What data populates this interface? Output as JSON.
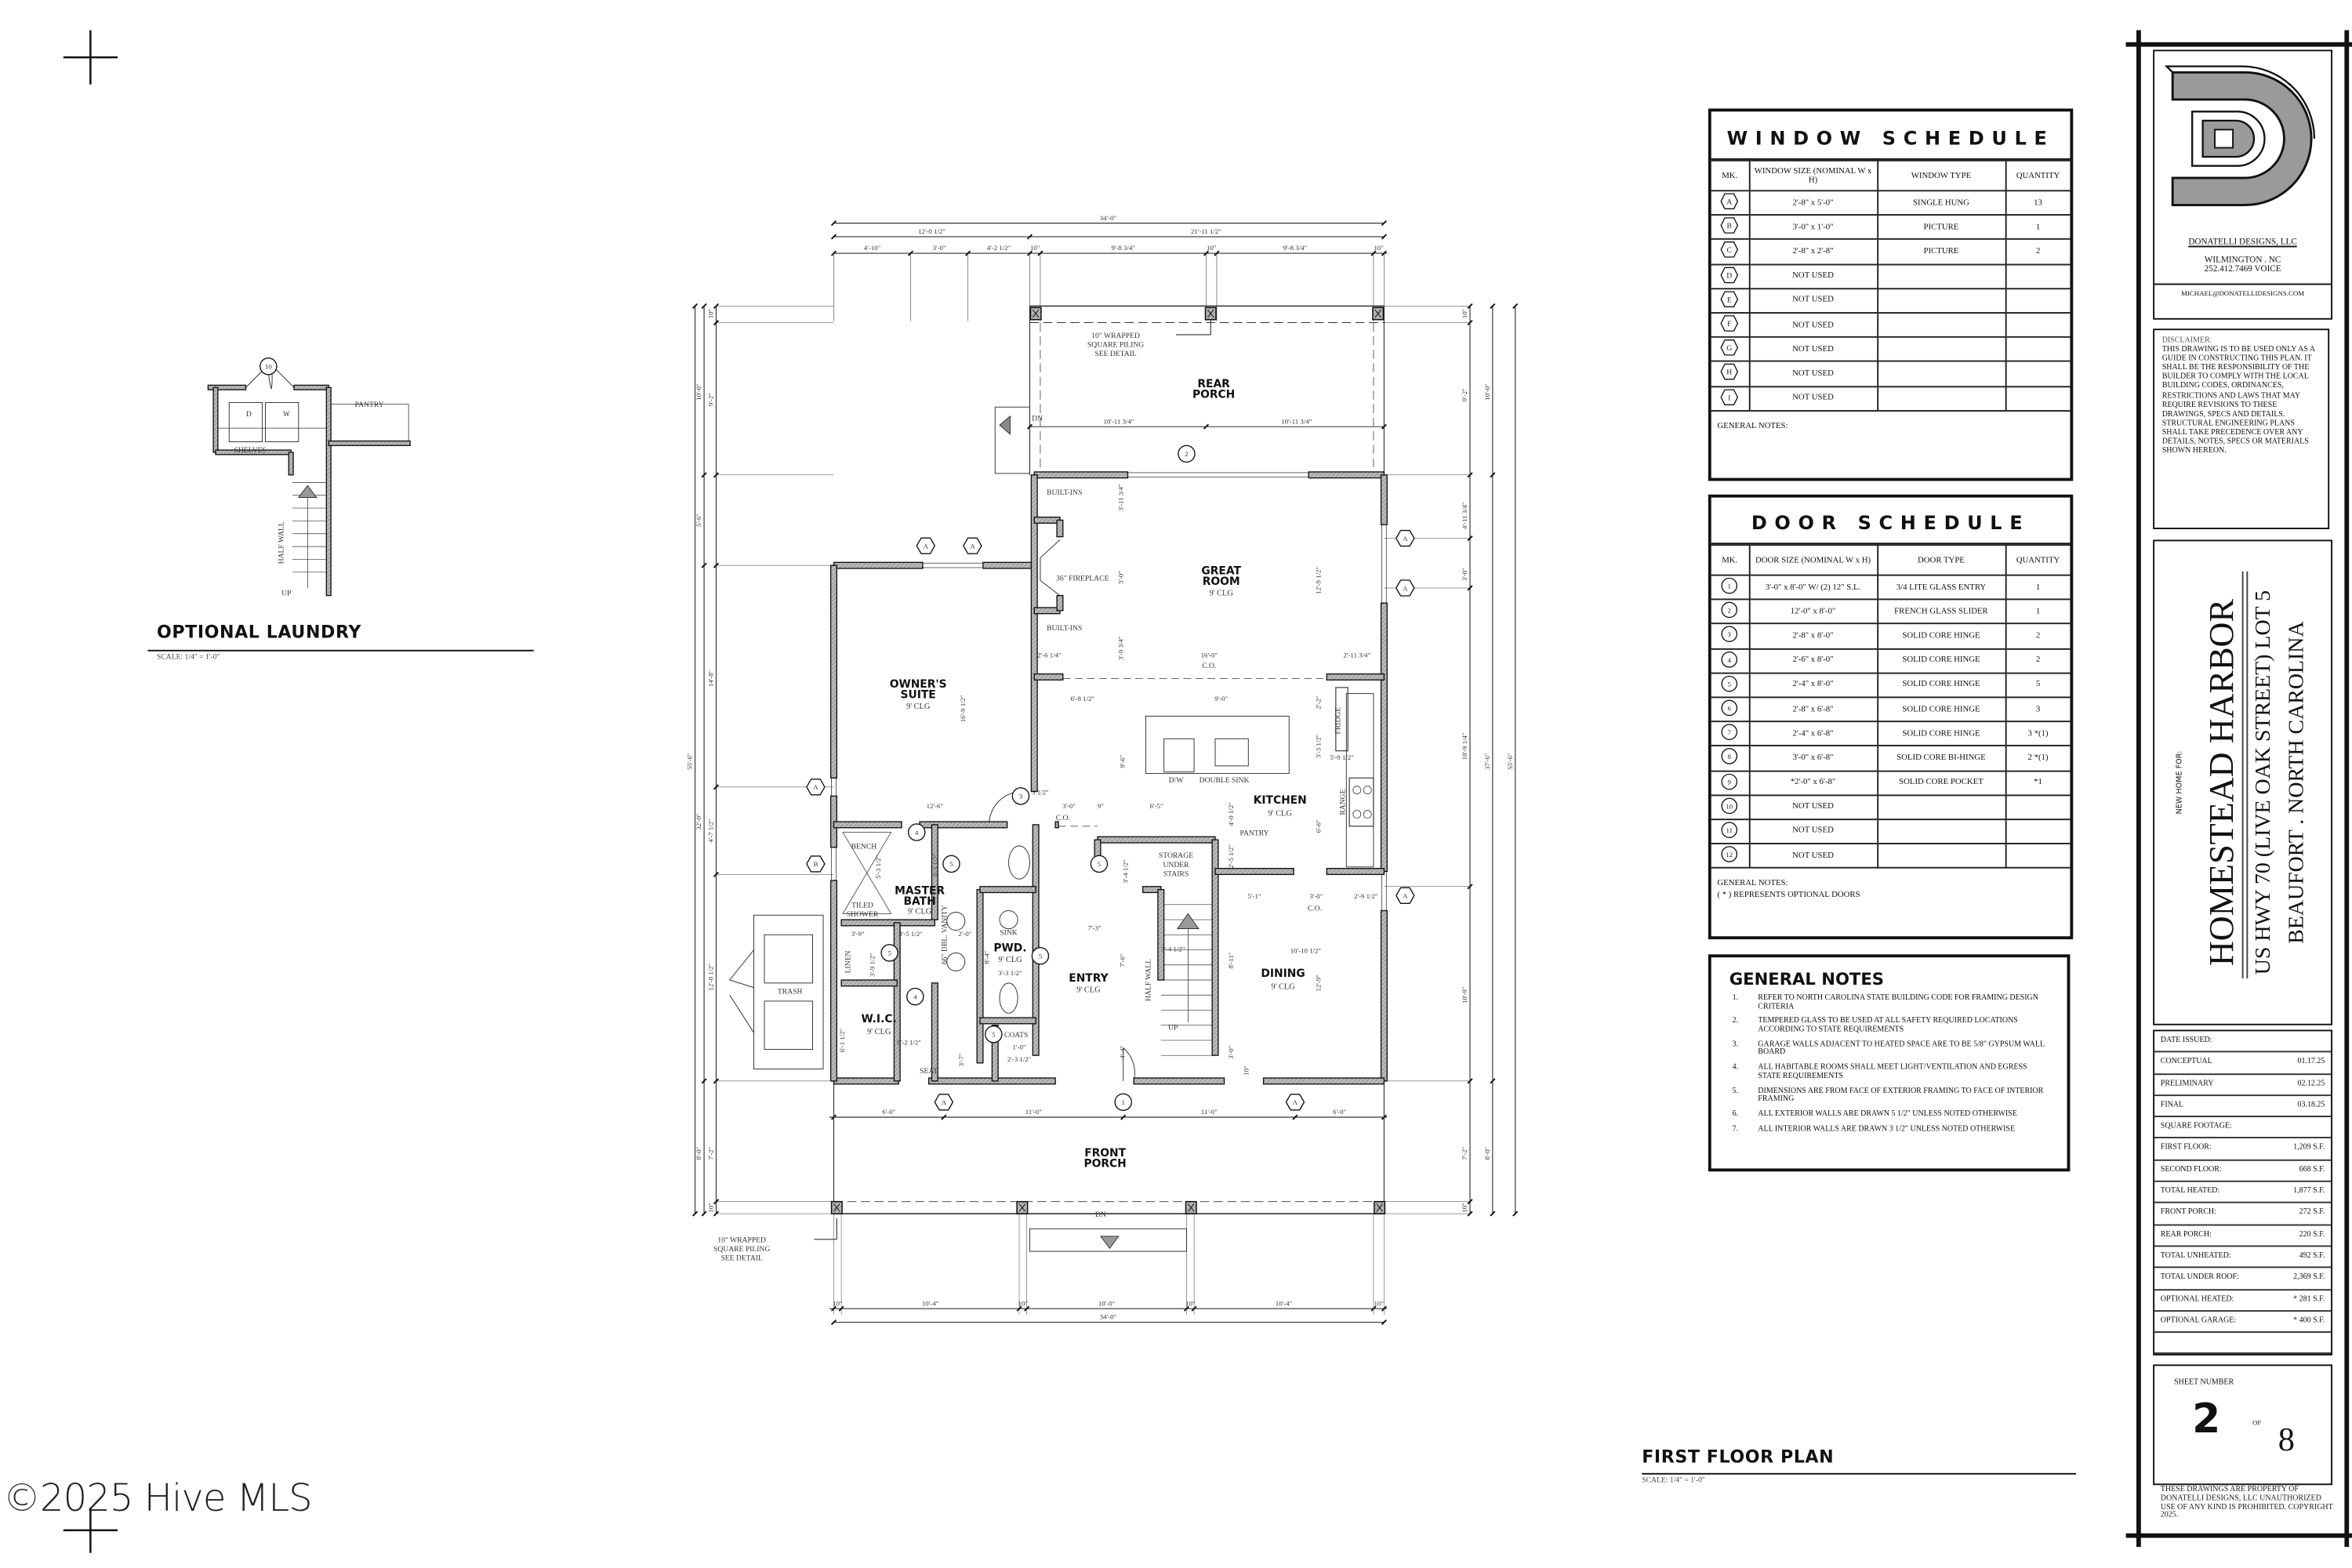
{
  "watermark": "©2025 Hive MLS",
  "optional_laundry": {
    "title": "OPTIONAL LAUNDRY",
    "scale": "SCALE: 1/4\" = 1'-0\"",
    "door_mark": "10",
    "dryer": "D",
    "washer": "W",
    "pantry": "PANTRY",
    "shelves": "SHELVES",
    "half_wall": "HALF WALL",
    "up": "UP"
  },
  "floor_plan": {
    "title": "FIRST FLOOR  PLAN",
    "scale": "SCALE: 1/4\" = 1'-0\"",
    "rooms": {
      "rear_porch": [
        "REAR",
        "PORCH"
      ],
      "great_room": [
        "GREAT",
        "ROOM",
        "9' CLG"
      ],
      "owners_suite": [
        "OWNER'S",
        "SUITE",
        "9' CLG"
      ],
      "kitchen": [
        "KITCHEN",
        "9' CLG"
      ],
      "master_bath": [
        "MASTER",
        "BATH",
        "9' CLG"
      ],
      "pwd": [
        "PWD.",
        "9' CLG"
      ],
      "entry": [
        "ENTRY",
        "9' CLG"
      ],
      "dining": [
        "DINING",
        "9' CLG"
      ],
      "wic": [
        "W.I.C.",
        "9' CLG"
      ],
      "front_porch": [
        "FRONT",
        "PORCH"
      ]
    },
    "labels": {
      "piling_top": [
        "10\" WRAPPED",
        "SQUARE PILING",
        "SEE DETAIL"
      ],
      "piling_bottom": [
        "10\" WRAPPED",
        "SQUARE PILING",
        "SEE DETAIL"
      ],
      "dn_rear": "DN",
      "dn_front": "DN",
      "built_ins_1": "BUILT-INS",
      "built_ins_2": "BUILT-INS",
      "fireplace": "36\" FIREPLACE",
      "dw": "D/W",
      "double_sink": "DOUBLE SINK",
      "fridge": "FRIDGE",
      "range": "RANGE",
      "pantry": "PANTRY",
      "storage": [
        "STORAGE",
        "UNDER",
        "STAIRS"
      ],
      "half_wall": "HALF WALL",
      "up": "UP",
      "bench": "BENCH",
      "tiled_shower": [
        "TILED",
        "SHOWER"
      ],
      "linen": "LINEN",
      "vanity": "66\" DBL. VANITY",
      "sink": "SINK",
      "coats": "COATS",
      "seat": "SEAT",
      "trash": "TRASH",
      "co": "C.O."
    },
    "dimensions": {
      "top_overall": "34'-0\"",
      "top_split": [
        "12'-0 1/2\"",
        "21'-11 1/2\""
      ],
      "top_detail": [
        "4'-10\"",
        "3'-0\"",
        "4'-2 1/2\"",
        "10\"",
        "9'-8 3/4\"",
        "10\"",
        "9'-8 3/4\"",
        "10\""
      ],
      "rear_porch": [
        "10'-11 3/4\"",
        "10'-11 3/4\""
      ],
      "left_outer": "55'-6\"",
      "left_mid": [
        "10'-0\"",
        "5'-6\"",
        "32'-0\"",
        "8'-0\""
      ],
      "left_inner": [
        "10\"",
        "9'-2\"",
        "14'-8\"",
        "4'-7 1/2\"",
        "12'-8 1/2\"",
        "7'-2\"",
        "10\""
      ],
      "right_inner": [
        "10\"",
        "9'-2\"",
        "4'-11 3/4\"",
        "3'-0\"",
        "18'-9 1/4\"",
        "10'-9\"",
        "7'-2\"",
        "10\""
      ],
      "right_mid": [
        "10'-0\"",
        "37'-6\"",
        "8'-0\""
      ],
      "right_outer": "55'-6\"",
      "front_row": [
        "6'-0\"",
        "11'-0\"",
        "11'-0\"",
        "6'-0\""
      ],
      "bottom_detail": [
        "10\"",
        "10'-4\"",
        "10\"",
        "10'-0\"",
        "10\"",
        "10'-4\"",
        "10\""
      ],
      "bottom_overall": "34'-0\"",
      "interior": [
        "3'-11 3/4\"",
        "5'-0\"",
        "3'-9 3/4\"",
        "12'-9 1/2\"",
        "16'-9 1/2\"",
        "2'-6 1/4\"",
        "16'-0\"",
        "2'-11 3/4\"",
        "6'-8 1/2\"",
        "9'-0\"",
        "2'-2\"",
        "3'-3 1/2\"",
        "5'-9 1/2\"",
        "9'-6\"",
        "12'-6\"",
        "5 1/2\"",
        "3'-0\"",
        "9\"",
        "6'-5\"",
        "4'-0 1/2\"",
        "6'-6\"",
        "2'-5 1/2\"",
        "3'-4 1/2\"",
        "5'-1\"",
        "3'-0\"",
        "2'-9 1/2\"",
        "7'-3\"",
        "3'-4 1/2\"",
        "10'-10 1/2\"",
        "7'-6\"",
        "8'-11\"",
        "12'-9\"",
        "4'-4\"",
        "3'-0\"",
        "10\"",
        "5'-3 1/2\"",
        "3'-9\"",
        "3'-5 1/2\"",
        "2'-0\"",
        "3'-9 1/2\"",
        "8'-4\"",
        "3'-3 1/2\"",
        "3'-3 1/2\"",
        "6'-1 1/2\"",
        "9'-2 1/2\"",
        "3'-7\"",
        "1'-0\"",
        "2'-3 1/2\""
      ]
    },
    "window_marks": [
      "A",
      "A",
      "A",
      "A",
      "A",
      "B",
      "A",
      "A",
      "A"
    ],
    "door_marks": [
      "1",
      "2",
      "3",
      "4",
      "4",
      "5",
      "5",
      "5",
      "5",
      "5"
    ]
  },
  "window_schedule": {
    "title": "WINDOW  SCHEDULE",
    "headers": [
      "MK.",
      "WINDOW SIZE (NOMINAL W x H)",
      "WINDOW TYPE",
      "QUANTITY"
    ],
    "rows": [
      {
        "mk": "A",
        "size": "2'-8\" x 5'-0\"",
        "type": "SINGLE HUNG",
        "qty": "13"
      },
      {
        "mk": "B",
        "size": "3'-0\" x 1'-0\"",
        "type": "PICTURE",
        "qty": "1"
      },
      {
        "mk": "C",
        "size": "2'-8\" x 2'-8\"",
        "type": "PICTURE",
        "qty": "2"
      },
      {
        "mk": "D",
        "size": "NOT USED",
        "type": "",
        "qty": ""
      },
      {
        "mk": "E",
        "size": "NOT USED",
        "type": "",
        "qty": ""
      },
      {
        "mk": "F",
        "size": "NOT USED",
        "type": "",
        "qty": ""
      },
      {
        "mk": "G",
        "size": "NOT USED",
        "type": "",
        "qty": ""
      },
      {
        "mk": "H",
        "size": "NOT USED",
        "type": "",
        "qty": ""
      },
      {
        "mk": "I",
        "size": "NOT USED",
        "type": "",
        "qty": ""
      }
    ],
    "notes_label": "GENERAL NOTES:"
  },
  "door_schedule": {
    "title": "DOOR  SCHEDULE",
    "headers": [
      "MK.",
      "DOOR SIZE (NOMINAL W x H)",
      "DOOR TYPE",
      "QUANTITY"
    ],
    "rows": [
      {
        "mk": "1",
        "size": "3'-0\" x 8'-0\" W/ (2) 12\" S.L.",
        "type": "3/4 LITE GLASS ENTRY",
        "qty": "1"
      },
      {
        "mk": "2",
        "size": "12'-0\" x 8'-0\"",
        "type": "FRENCH GLASS SLIDER",
        "qty": "1"
      },
      {
        "mk": "3",
        "size": "2'-8\" x 8'-0\"",
        "type": "SOLID CORE HINGE",
        "qty": "2"
      },
      {
        "mk": "4",
        "size": "2'-6\" x 8'-0\"",
        "type": "SOLID CORE HINGE",
        "qty": "2"
      },
      {
        "mk": "5",
        "size": "2'-4\" x 8'-0\"",
        "type": "SOLID CORE HINGE",
        "qty": "5"
      },
      {
        "mk": "6",
        "size": "2'-8\" x 6'-8\"",
        "type": "SOLID CORE HINGE",
        "qty": "3"
      },
      {
        "mk": "7",
        "size": "2'-4\" x 6'-8\"",
        "type": "SOLID CORE HINGE",
        "qty": "3 *(1)"
      },
      {
        "mk": "8",
        "size": "3'-0\" x 6'-8\"",
        "type": "SOLID CORE BI-HINGE",
        "qty": "2 *(1)"
      },
      {
        "mk": "9",
        "size": "*2'-0\" x 6'-8\"",
        "type": "SOLID CORE POCKET",
        "qty": "*1"
      },
      {
        "mk": "10",
        "size": "NOT USED",
        "type": "",
        "qty": ""
      },
      {
        "mk": "11",
        "size": "NOT USED",
        "type": "",
        "qty": ""
      },
      {
        "mk": "12",
        "size": "NOT USED",
        "type": "",
        "qty": ""
      }
    ],
    "notes_label": "GENERAL NOTES:",
    "notes": "( * ) REPRESENTS OPTIONAL DOORS"
  },
  "general_notes": {
    "title": "GENERAL NOTES",
    "items": [
      {
        "n": "1.",
        "text": "REFER TO NORTH CAROLINA STATE BUILDING CODE FOR FRAMING DESIGN CRITERIA"
      },
      {
        "n": "2.",
        "text": "TEMPERED GLASS TO BE USED AT ALL SAFETY REQUIRED LOCATIONS ACCORDING TO STATE REQUIREMENTS"
      },
      {
        "n": "3.",
        "text": "GARAGE WALLS ADJACENT TO HEATED SPACE ARE TO BE 5/8\" GYPSUM WALL BOARD"
      },
      {
        "n": "4.",
        "text": "ALL HABITABLE ROOMS SHALL MEET LIGHT/VENTILATION AND EGRESS STATE REQUIREMENTS"
      },
      {
        "n": "5.",
        "text": "DIMENSIONS ARE FROM FACE OF EXTERIOR FRAMING TO FACE OF INTERIOR FRAMING"
      },
      {
        "n": "6.",
        "text": "ALL EXTERIOR WALLS ARE DRAWN 5 1/2\" UNLESS NOTED OTHERWISE"
      },
      {
        "n": "7.",
        "text": "ALL INTERIOR WALLS ARE DRAWN 3 1/2\" UNLESS NOTED OTHERWISE"
      }
    ]
  },
  "title_block": {
    "logo_text": "DD",
    "company": "DONATELLI DESIGNS, LLC",
    "city": "WILMINGTON . NC",
    "phone": "252.412.7469   VOICE",
    "email": "MICHAEL@DONATELLIDESIGNS.COM",
    "disclaimer_label": "DISCLAIMER:",
    "disclaimer": "THIS DRAWING IS TO BE USED ONLY AS A GUIDE IN CONSTRUCTING THIS PLAN. IT SHALL BE THE RESPONSIBILITY OF THE BUILDER TO COMPLY WITH THE LOCAL BUILDING CODES, ORDINANCES, RESTRICTIONS AND LAWS THAT MAY REQUIRE REVISIONS TO THESE DRAWINGS, SPECS AND DETAILS. STRUCTURAL ENGINEERING PLANS SHALL TAKE PRECEDENCE OVER ANY DETAILS, NOTES, SPECS OR MATERIALS SHOWN HEREON.",
    "new_home_for": "NEW HOME FOR:",
    "project": "HOMESTEAD HARBOR",
    "address": "US HWY 70 (LIVE OAK STREET) LOT 5",
    "location": "BEAUFORT . NORTH CAROLINA",
    "date_issued_label": "DATE ISSUED:",
    "dates": [
      {
        "label": "CONCEPTUAL",
        "value": "01.17.25"
      },
      {
        "label": "PRELIMINARY",
        "value": "02.12.25"
      },
      {
        "label": "FINAL",
        "value": "03.18.25"
      }
    ],
    "sqft_label": "SQUARE FOOTAGE:",
    "sqft": [
      {
        "label": "FIRST FLOOR:",
        "value": "1,209 S.F."
      },
      {
        "label": "SECOND FLOOR:",
        "value": "668 S.F."
      },
      {
        "label": "TOTAL HEATED:",
        "value": "1,877 S.F."
      },
      {
        "label": "FRONT PORCH:",
        "value": "272 S.F."
      },
      {
        "label": "REAR PORCH:",
        "value": "220 S.F."
      },
      {
        "label": "TOTAL UNHEATED:",
        "value": "492 S.F."
      },
      {
        "label": "TOTAL UNDER ROOF:",
        "value": "2,369 S.F."
      },
      {
        "label": "OPTIONAL HEATED:",
        "value": "* 281 S.F."
      },
      {
        "label": "OPTIONAL GARAGE:",
        "value": "* 400 S.F."
      }
    ],
    "sheet_label": "SHEET NUMBER",
    "sheet_number": "2",
    "of_label": "OF",
    "sheet_total": "8",
    "copyright": "THESE DRAWINGS ARE  PROPERTY OF DONATELLI DESIGNS, LLC UNAUTHORIZED USE OF ANY KIND IS PROHIBITED. COPYRIGHT 2025."
  }
}
